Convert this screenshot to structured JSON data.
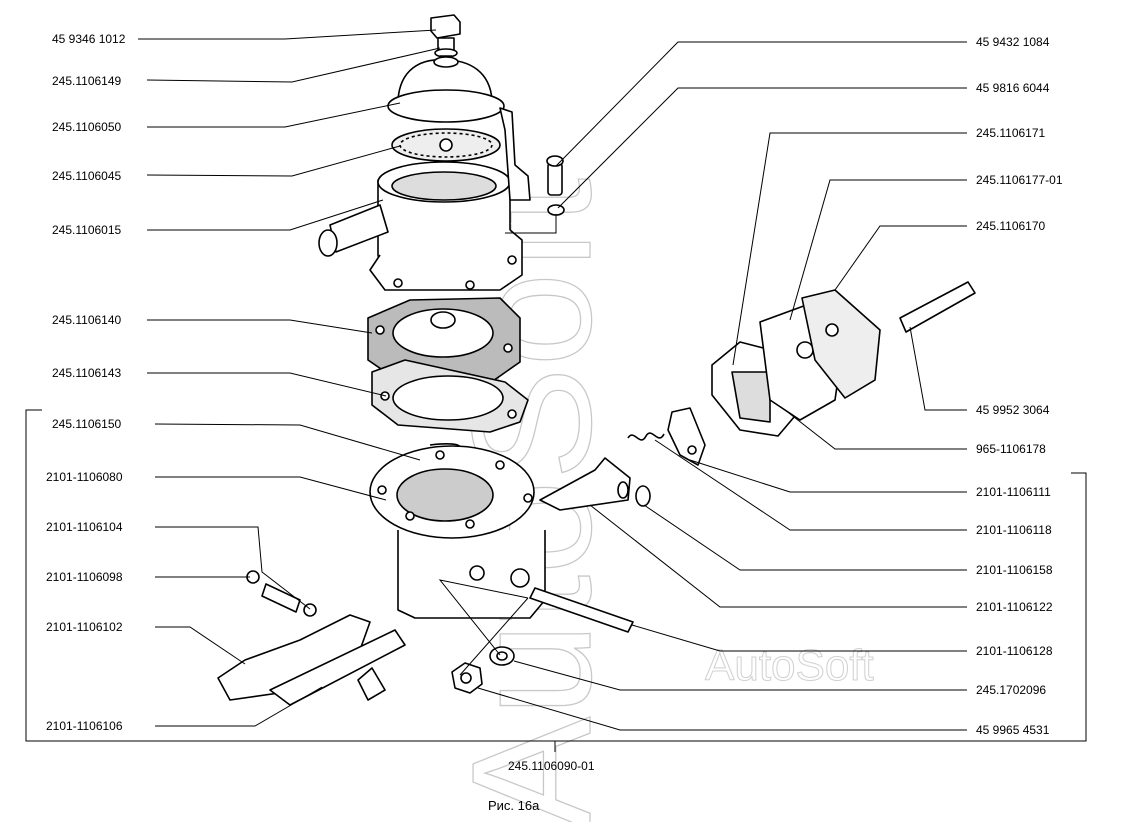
{
  "labels_left": [
    "45 9346 1012",
    "245.1106149",
    "245.1106050",
    "245.1106045",
    "245.1106015",
    "245.1106140",
    "245.1106143",
    "245.1106150",
    "2101-1106080",
    "2101-1106104",
    "2101-1106098",
    "2101-1106102",
    "2101-1106106"
  ],
  "labels_right": [
    "45 9432 1084",
    "45 9816 6044",
    "245.1106171",
    "245.1106177-01",
    "245.1106170",
    "45 9952 3064",
    "965-1106178",
    "2101-1106111",
    "2101-1106118",
    "2101-1106158",
    "2101-1106122",
    "2101-1106128",
    "245.1702096",
    "45 9965 4531"
  ],
  "assembly_label": "245.1106090-01",
  "figure_caption": "Рис. 16а",
  "watermark": "AutoSoft",
  "colors": {
    "line": "#000000",
    "watermark": "#c8c8c8",
    "shade": "#7a7a7a"
  }
}
